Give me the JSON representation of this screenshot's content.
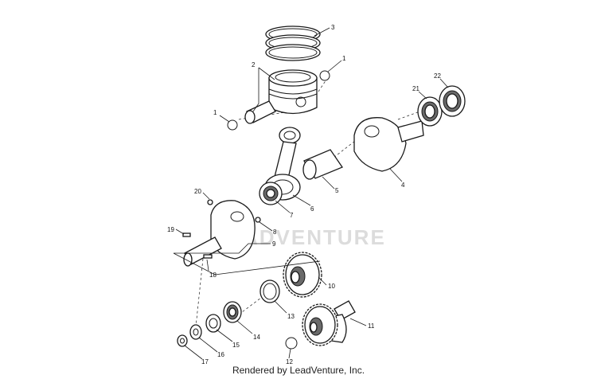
{
  "watermark": "ADVENTURE",
  "footer": "Rendered by LeadVenture, Inc.",
  "callouts": [
    "1",
    "1",
    "2",
    "3",
    "4",
    "5",
    "6",
    "7",
    "8",
    "9",
    "10",
    "11",
    "12",
    "13",
    "14",
    "15",
    "16",
    "17",
    "18",
    "19",
    "20",
    "21",
    "22"
  ]
}
